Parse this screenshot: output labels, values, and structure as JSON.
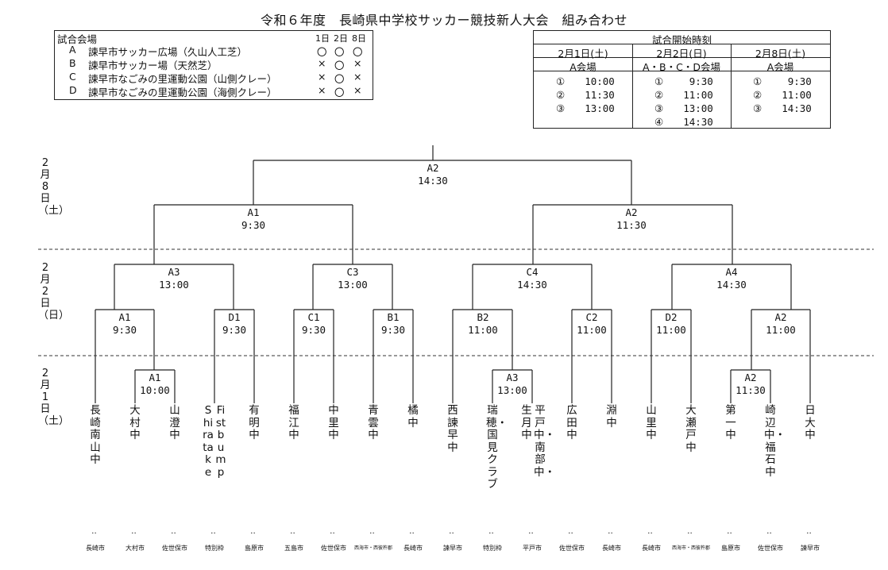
{
  "title": "令和６年度　長崎県中学校サッカー競技新人大会　組み合わせ",
  "venues": {
    "header": "試合会場",
    "day_headers": [
      "1日",
      "2日",
      "8日"
    ],
    "rows": [
      {
        "code": "A",
        "name": "諫早市サッカー広場（久山人工芝）",
        "marks": [
          "〇",
          "〇",
          "〇"
        ]
      },
      {
        "code": "B",
        "name": "諫早市サッカー場（天然芝）",
        "marks": [
          "×",
          "〇",
          "×"
        ]
      },
      {
        "code": "C",
        "name": "諫早市なごみの里運動公園（山側クレー）",
        "marks": [
          "×",
          "〇",
          "×"
        ]
      },
      {
        "code": "D",
        "name": "諫早市なごみの里運動公園（海側クレー）",
        "marks": [
          "×",
          "〇",
          "×"
        ]
      }
    ]
  },
  "start_times": {
    "header": "試合開始時刻",
    "columns": [
      {
        "date": "2月1日(土)",
        "venue": "A会場",
        "entries": [
          "①　　10:00",
          "②　　11:30",
          "③　　13:00"
        ]
      },
      {
        "date": "2月2日(日)",
        "venue": "A・B・C・D会場",
        "entries": [
          "①　　 9:30",
          "②　　11:00",
          "③　　13:00",
          "④　　14:30"
        ]
      },
      {
        "date": "2月8日(土)",
        "venue": "A会場",
        "entries": [
          "①　　 9:30",
          "②　　11:00",
          "③　　14:30"
        ]
      }
    ]
  },
  "day_labels": [
    "2月8日（土）",
    "2月2日（日）",
    "2月1日（土）"
  ],
  "matches": {
    "final": {
      "court": "A2",
      "time": "14:30"
    },
    "sf_left": {
      "court": "A1",
      "time": "9:30"
    },
    "sf_right": {
      "court": "A2",
      "time": "11:30"
    },
    "qf1": {
      "court": "A3",
      "time": "13:00"
    },
    "qf2": {
      "court": "C3",
      "time": "13:00"
    },
    "qf3": {
      "court": "C4",
      "time": "14:30"
    },
    "qf4": {
      "court": "A4",
      "time": "14:30"
    },
    "r16_1": {
      "court": "A1",
      "time": "9:30"
    },
    "r16_2": {
      "court": "D1",
      "time": "9:30"
    },
    "r16_3": {
      "court": "C1",
      "time": "9:30"
    },
    "r16_4": {
      "court": "B1",
      "time": "9:30"
    },
    "r16_5": {
      "court": "B2",
      "time": "11:00"
    },
    "r16_6": {
      "court": "C2",
      "time": "11:00"
    },
    "r16_7": {
      "court": "D2",
      "time": "11:00"
    },
    "r16_8": {
      "court": "A2",
      "time": "11:00"
    },
    "r32_1": {
      "court": "A1",
      "time": "10:00"
    },
    "r32_2": {
      "court": "A3",
      "time": "13:00"
    },
    "r32_3": {
      "court": "A2",
      "time": "11:30"
    }
  },
  "teams": [
    "長崎南山中",
    "大村中",
    "山澄中",
    "Shiratake",
    "Fistbump",
    "有明中",
    "福江中",
    "中里中",
    "青雲中",
    "橘中",
    "西諫早中",
    "瑞穂・国見クラブ",
    "生月中",
    "平戸中・南部中・",
    "広田中",
    "淵中",
    "山里中",
    "大瀬戸中",
    "第一中",
    "崎辺中・福石中",
    "日大中"
  ],
  "cities": [
    "長崎市",
    "大村市",
    "佐世保市",
    "特別枠",
    "島原市",
    "五島市",
    "佐世保市",
    "西海市・西彼杵郡",
    "長崎市",
    "諫早市",
    "特別枠",
    "平戸市",
    "佐世保市",
    "長崎市",
    "長崎市",
    "西海市・西彼杵郡",
    "島原市",
    "佐世保市",
    "諫早市"
  ]
}
